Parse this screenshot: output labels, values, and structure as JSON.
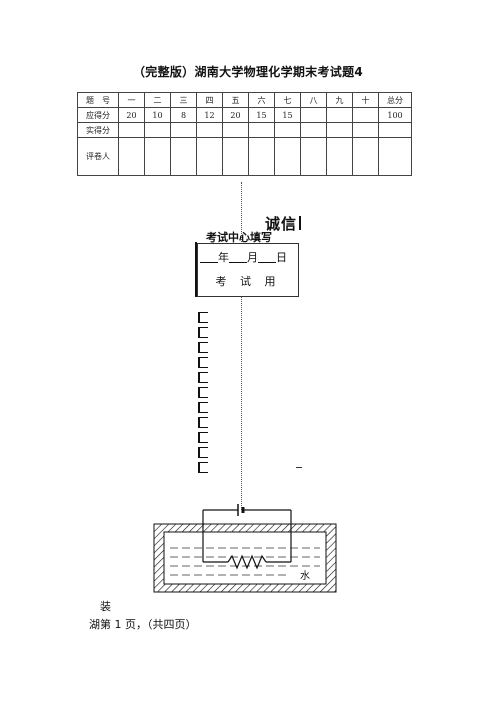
{
  "title": "（完整版）湖南大学物理化学期末考试题4",
  "score_table": {
    "header": [
      "题　号",
      "一",
      "二",
      "三",
      "四",
      "五",
      "六",
      "七",
      "八",
      "九",
      "十",
      "总分"
    ],
    "points": [
      "应得分",
      "20",
      "10",
      "8",
      "12",
      "20",
      "15",
      "15",
      "",
      "",
      "",
      "100"
    ],
    "actual_label": "实得分",
    "grader_label": "评卷人"
  },
  "honesty_label": "诚信",
  "center_fill_label": "考试中心填写",
  "date_box": {
    "year": "年",
    "month": "月",
    "day": "日",
    "exam_use": "考 试 用"
  },
  "figure": {
    "water_label": "水"
  },
  "binding_label": "装",
  "page_footer": "湖第 1 页，（共四页）"
}
